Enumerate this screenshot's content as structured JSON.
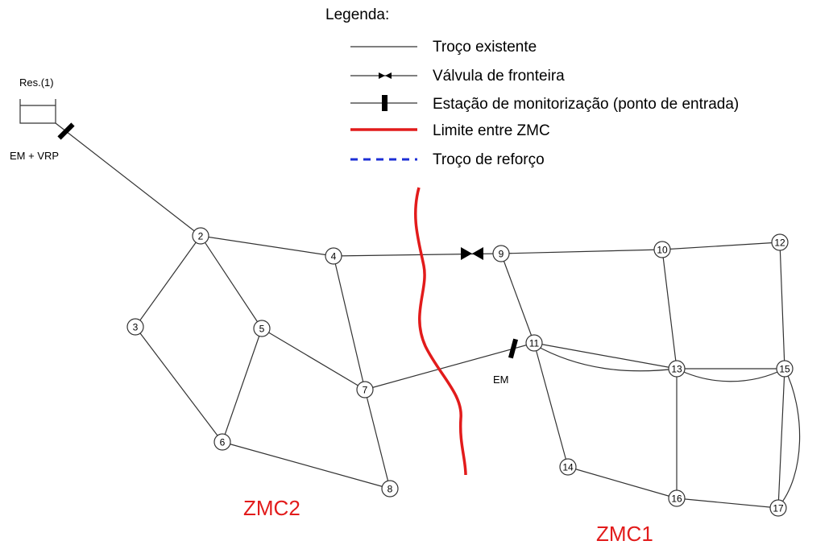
{
  "legend": {
    "title": "Legenda:",
    "items": [
      {
        "key": "existing",
        "label": "Troço existente"
      },
      {
        "key": "boundary_valve",
        "label": "Válvula de fronteira"
      },
      {
        "key": "monitoring_station",
        "label": "Estação de monitorização (ponto de entrada)"
      },
      {
        "key": "zmc_limit",
        "label": "Limite entre ZMC"
      },
      {
        "key": "reinforcement",
        "label": "Troço de reforço"
      }
    ]
  },
  "reservoir": {
    "label": "Res.(1)"
  },
  "annotations": {
    "em_vrp": "EM + VRP",
    "em": "EM"
  },
  "zones": {
    "zmc2": "ZMC2",
    "zmc1": "ZMC1"
  },
  "colors": {
    "line": "#333333",
    "limit": "#e21b1b",
    "reinforcement": "#1c2fd6",
    "node_fill": "#ffffff",
    "node_stroke": "#333333"
  },
  "nodes": [
    {
      "id": "2",
      "label": "2"
    },
    {
      "id": "3",
      "label": "3"
    },
    {
      "id": "4",
      "label": "4"
    },
    {
      "id": "5",
      "label": "5"
    },
    {
      "id": "6",
      "label": "6"
    },
    {
      "id": "7",
      "label": "7"
    },
    {
      "id": "8",
      "label": "8"
    },
    {
      "id": "9",
      "label": "9"
    },
    {
      "id": "10",
      "label": "10"
    },
    {
      "id": "11",
      "label": "11"
    },
    {
      "id": "12",
      "label": "12"
    },
    {
      "id": "13",
      "label": "13"
    },
    {
      "id": "14",
      "label": "14"
    },
    {
      "id": "15",
      "label": "15"
    },
    {
      "id": "16",
      "label": "16"
    },
    {
      "id": "17",
      "label": "17"
    }
  ],
  "pipes": [
    {
      "from": "res",
      "to": "2"
    },
    {
      "from": "2",
      "to": "3"
    },
    {
      "from": "2",
      "to": "4"
    },
    {
      "from": "2",
      "to": "5"
    },
    {
      "from": "3",
      "to": "6"
    },
    {
      "from": "5",
      "to": "6"
    },
    {
      "from": "5",
      "to": "7"
    },
    {
      "from": "4",
      "to": "7"
    },
    {
      "from": "4",
      "to": "9"
    },
    {
      "from": "7",
      "to": "8"
    },
    {
      "from": "6",
      "to": "8"
    },
    {
      "from": "7",
      "to": "11"
    },
    {
      "from": "9",
      "to": "10"
    },
    {
      "from": "10",
      "to": "12"
    },
    {
      "from": "9",
      "to": "11"
    },
    {
      "from": "10",
      "to": "13"
    },
    {
      "from": "12",
      "to": "15"
    },
    {
      "from": "11",
      "to": "13"
    },
    {
      "from": "11",
      "to": "14"
    },
    {
      "from": "13",
      "to": "15"
    },
    {
      "from": "13",
      "to": "16"
    },
    {
      "from": "14",
      "to": "16"
    },
    {
      "from": "16",
      "to": "17"
    },
    {
      "from": "15",
      "to": "17"
    }
  ],
  "curved_pipes": [
    {
      "from": "11",
      "to": "13"
    },
    {
      "from": "13",
      "to": "15"
    },
    {
      "from": "15",
      "to": "17"
    }
  ]
}
